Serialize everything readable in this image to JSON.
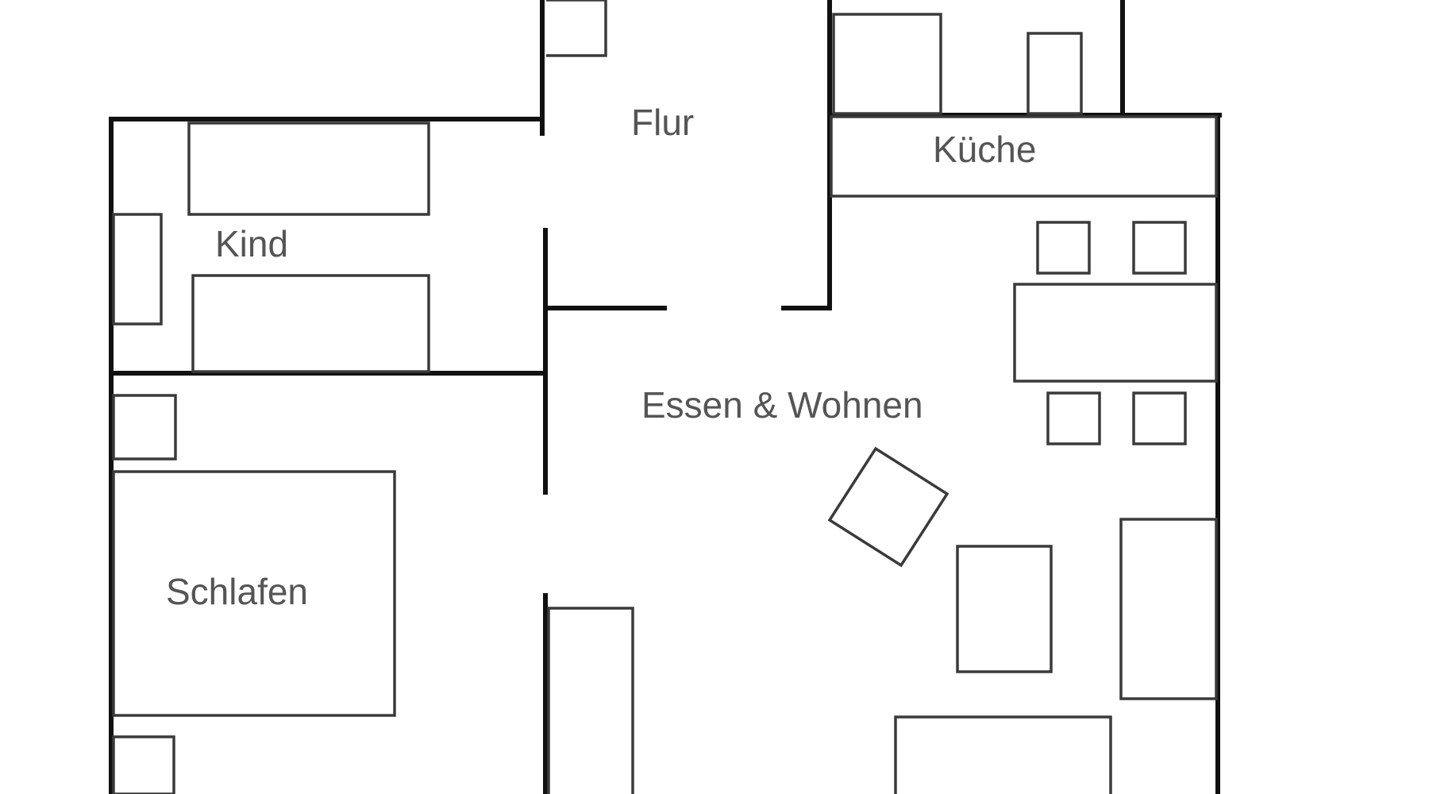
{
  "rooms": {
    "flur": "Flur",
    "kueche": "Küche",
    "kind": "Kind",
    "essen_wohnen": "Essen & Wohnen",
    "schlafen": "Schlafen"
  },
  "colors": {
    "background": "#ffffff",
    "wall": "#111111",
    "furniture": "#3a3a3a",
    "label": "#555555"
  }
}
